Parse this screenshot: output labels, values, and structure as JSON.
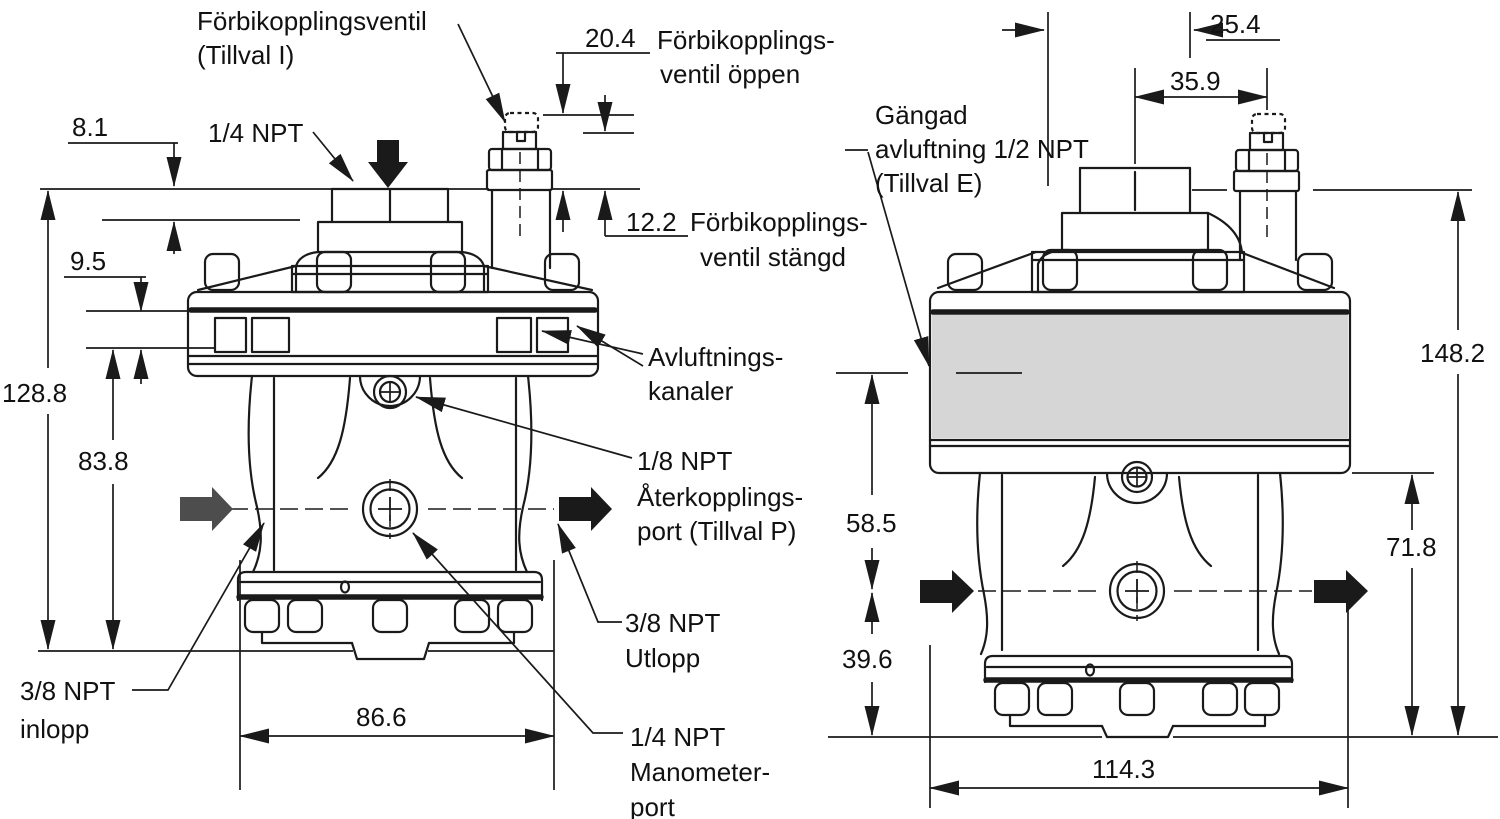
{
  "left_view": {
    "dimensions": {
      "cap_offset": "8.1",
      "band_thickness": "9.5",
      "total_height": "128.8",
      "body_height": "83.8",
      "body_width": "86.6",
      "bypass_open_height": "20.4",
      "bypass_closed_height": "12.2"
    },
    "labels": {
      "bypass_valve_line1": "Förbikopplingsventil",
      "bypass_valve_line2": "(Tillval I)",
      "top_port": "1/4 NPT",
      "bypass_open_line1": "Förbikopplings-",
      "bypass_open_line2": "ventil öppen",
      "bypass_closed_line1": "Förbikopplings-",
      "bypass_closed_line2": "ventil stängd",
      "vent_channels_line1": "Avluftnings-",
      "vent_channels_line2": "kanaler",
      "feedback_port_line1": "1/8 NPT",
      "feedback_port_line2": "Återkopplings-",
      "feedback_port_line3": "port (Tillval P)",
      "outlet_line1": "3/8 NPT",
      "outlet_line2": "Utlopp",
      "inlet_line1": "3/8 NPT",
      "inlet_line2": "inlopp",
      "gauge_port_line1": "1/4 NPT",
      "gauge_port_line2": "Manometer-",
      "gauge_port_line3": "port"
    }
  },
  "right_view": {
    "dimensions": {
      "port_offset": "25.4",
      "valve_offset": "35.9",
      "total_height": "148.2",
      "vent_to_center": "58.5",
      "flange_to_base": "71.8",
      "center_to_base": "39.6",
      "flange_width": "114.3"
    },
    "labels": {
      "threaded_vent_line1": "Gängad",
      "threaded_vent_line2": "avluftning 1/2 NPT",
      "threaded_vent_line3": "(Tillval E)"
    }
  },
  "colors": {
    "line": "#1a1a1a",
    "text": "#111111",
    "shaded_band": "#d6d6d6",
    "inlet_arrow_gray": "#4d4d4d",
    "background": "#ffffff"
  }
}
